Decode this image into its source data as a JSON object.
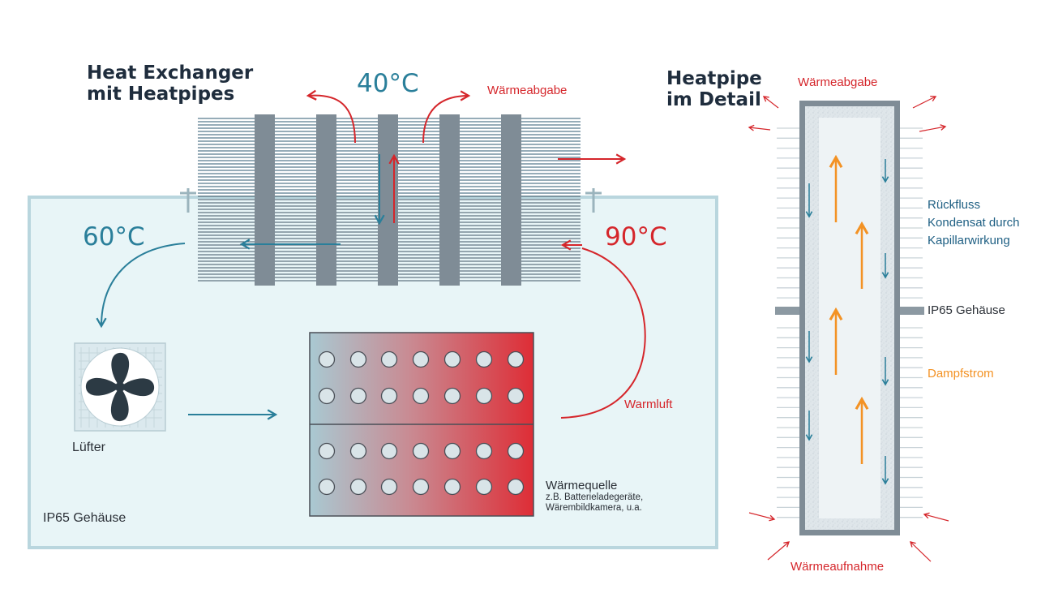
{
  "left_diagram": {
    "title_line1": "Heat Exchanger",
    "title_line2": "mit Heatpipes",
    "temp_top": "40°C",
    "temp_left": "60°C",
    "temp_right": "90°C",
    "waermeabgabe": "Wärmeabgabe",
    "warmluft": "Warmluft",
    "fan_label": "Lüfter",
    "heat_source_title": "Wärmequelle",
    "heat_source_line1": "z.B. Batterieladegeräte,",
    "heat_source_line2": "Wärembildkamera, u.a.",
    "enclosure_label": "IP65 Gehäuse"
  },
  "right_diagram": {
    "title_line1": "Heatpipe",
    "title_line2": "im Detail",
    "top_label": "Wärmeabgabe",
    "bottom_label": "Wärmeaufnahme",
    "return_line1": "Rückfluss",
    "return_line2": "Kondensat durch",
    "return_line3": "Kapillarwirkung",
    "enclosure_label": "IP65 Gehäuse",
    "vapor_label": "Dampfstrom"
  },
  "colors": {
    "red": "#d5262b",
    "teal": "#2a7f9a",
    "orange": "#f39224",
    "enclosure_fill": "#e8f5f7",
    "enclosure_stroke": "#b9d6de",
    "pipe": "#7f8c96"
  }
}
